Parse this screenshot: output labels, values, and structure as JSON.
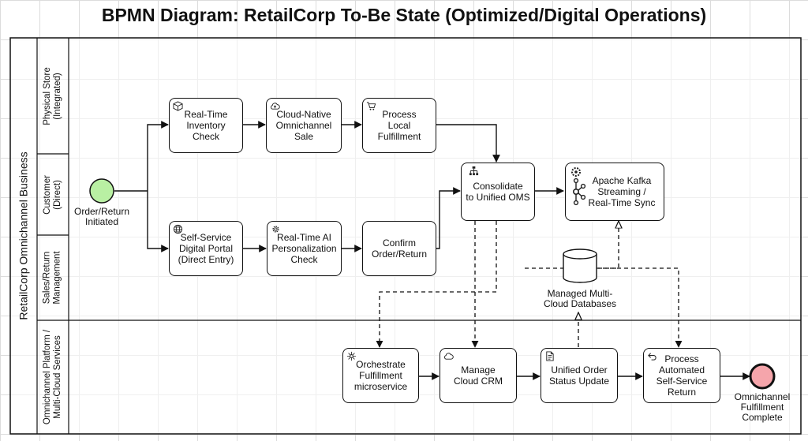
{
  "title": "BPMN Diagram: RetailCorp To-Be State (Optimized/Digital Operations)",
  "pool": {
    "label": "RetailCorp Omnichannel Business"
  },
  "lanes": [
    {
      "label": "Physical Store\n(Integrated)"
    },
    {
      "label": "Customer\n(Direct)"
    },
    {
      "label": "Sales/Return\nManagement"
    },
    {
      "label": "Omnichannel Platform /\nMulti-Cloud Services"
    }
  ],
  "events": {
    "start": {
      "label": "Order/Return\nInitiated"
    },
    "end": {
      "label": "Omnichannel\nFulfillment\nComplete"
    }
  },
  "tasks": {
    "inventory": {
      "label": "Real-Time\nInventory\nCheck",
      "icon": "box-icon"
    },
    "sale": {
      "label": "Cloud-Native\nOmnichannel\nSale",
      "icon": "cloud-icon"
    },
    "local": {
      "label": "Process\nLocal\nFulfillment",
      "icon": "cart-icon"
    },
    "portal": {
      "label": "Self-Service\nDigital Portal\n(Direct Entry)",
      "icon": "globe-icon"
    },
    "ai": {
      "label": "Real-Time AI\nPersonalization\nCheck",
      "icon": "gear-icon"
    },
    "confirm": {
      "label": "Confirm\nOrder/Return",
      "icon": ""
    },
    "oms": {
      "label": "Consolidate\nto Unified OMS",
      "icon": "network-icon"
    },
    "kafka": {
      "label": "Apache Kafka\nStreaming /\nReal-Time Sync",
      "icon": "kafka-icon"
    },
    "orchestrate": {
      "label": "Orchestrate\nFulfillment\nmicroservice",
      "icon": "microservice-icon"
    },
    "crm": {
      "label": "Manage\nCloud CRM",
      "icon": "cloud-icon"
    },
    "status": {
      "label": "Unified Order\nStatus Update",
      "icon": "document-icon"
    },
    "return": {
      "label": "Process\nAutomated\nSelf-Service\nReturn",
      "icon": "return-icon"
    }
  },
  "datastore": {
    "label": "Managed Multi-\nCloud Databases"
  }
}
